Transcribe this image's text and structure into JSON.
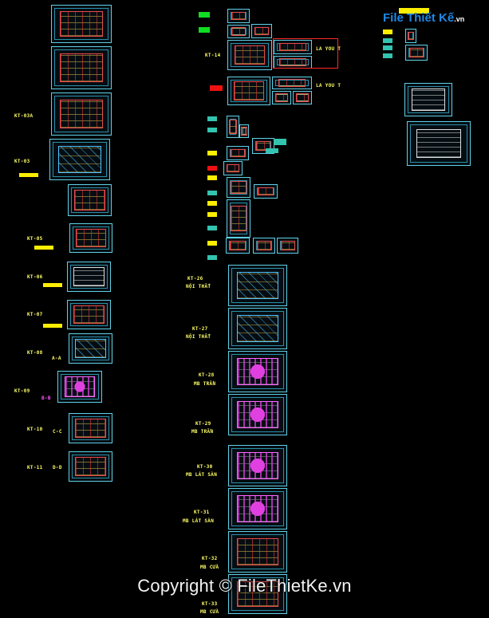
{
  "watermark": {
    "copyright": "Copyright © FileThietKe.vn",
    "logo_main": "File Thiết Kế",
    "logo_suffix": ".vn"
  },
  "labels": {
    "kt03a": "KT-03A",
    "kt03": "KT-03",
    "kt05": "KT-05",
    "kt06": "KT-06",
    "kt07": "KT-07",
    "kt08": "KT-08",
    "aa": "A-A",
    "kt09": "KT-09",
    "bb": "B-B",
    "kt10": "KT-10",
    "cc": "C-C",
    "kt11": "KT-11",
    "dd": "D-D",
    "kt14": "KT-14",
    "layout1": "LA YOU T",
    "layout2": "LA YOU T",
    "kt26": "KT-26",
    "kt26b": "NỘI THẤT",
    "kt27": "KT-27",
    "kt27b": "NỘI THẤT",
    "kt28": "KT-28",
    "kt28b": "MB TRẦN",
    "kt29": "KT-29",
    "kt29b": "MB TRẦN",
    "kt30": "KT-30",
    "kt30b": "MB LÁT SÀN",
    "kt31": "KT-31",
    "kt31b": "MB LÁT SÀN",
    "kt32": "KT-32",
    "kt32b": "MB CỬA",
    "kt33": "KT-33",
    "kt33b": "MB CỬA"
  },
  "colors": {
    "frame": "#5fd0e6",
    "label": "#ffff66",
    "section": "#ff55ff",
    "yellow": "#ffee00",
    "green": "#11dd22",
    "red": "#ee1111",
    "teal": "#33c4b0"
  }
}
